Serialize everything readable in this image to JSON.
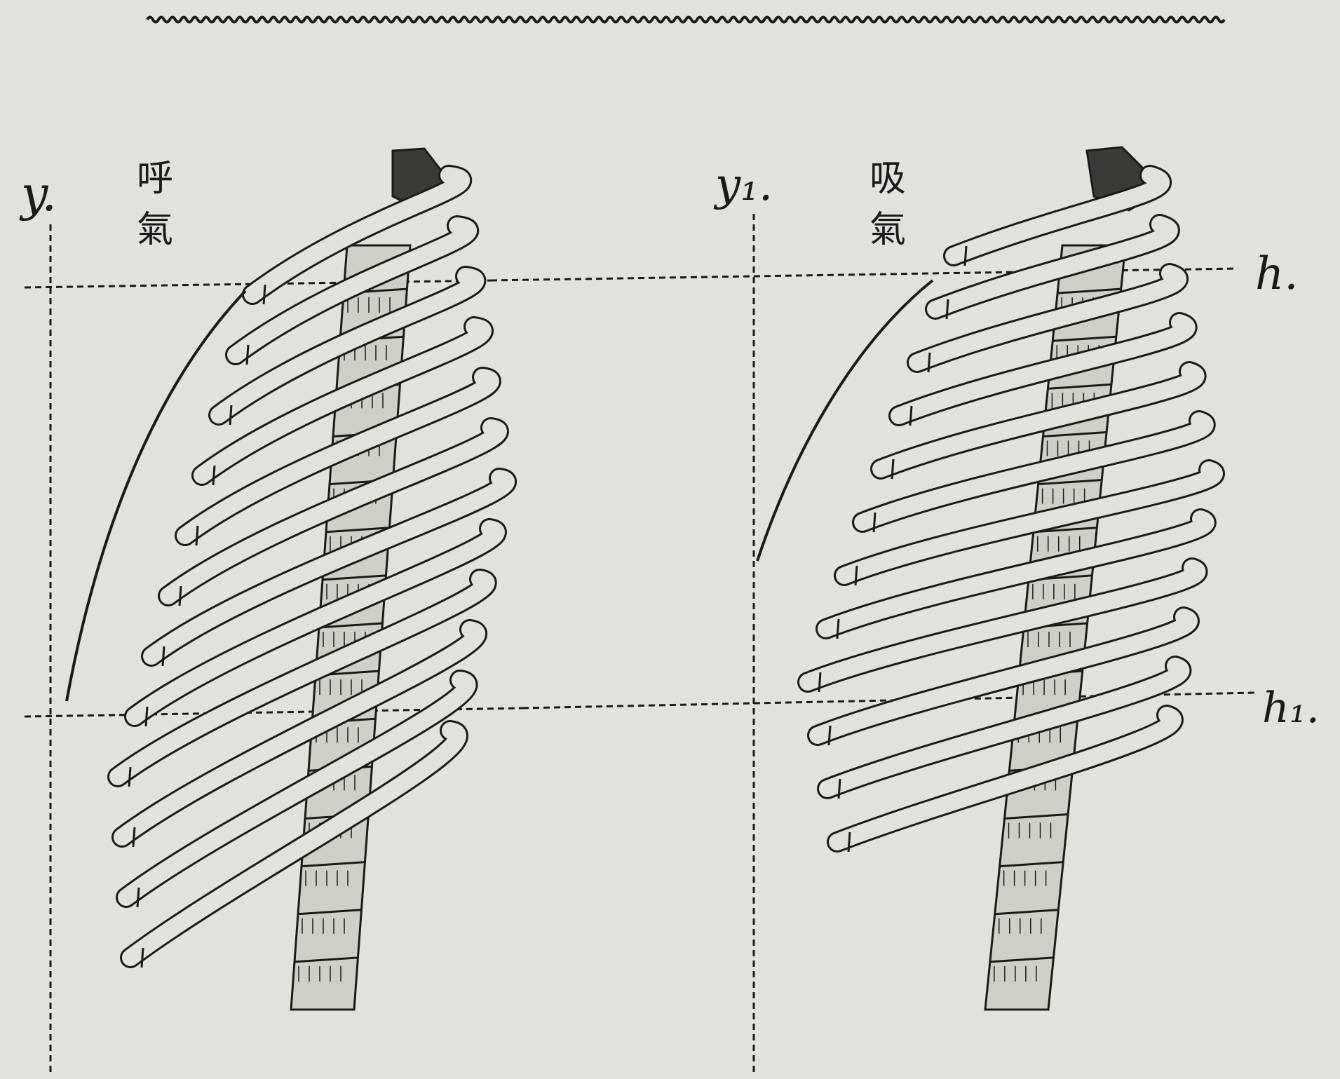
{
  "figure": {
    "paper_color": "#e2e2dc",
    "ink_color": "#1a1a1a",
    "left_panel": {
      "axis_label": "y.",
      "caption_chars": [
        "呼",
        "氣"
      ]
    },
    "right_panel": {
      "axis_label": "y₁.",
      "caption_chars": [
        "吸",
        "氣"
      ]
    },
    "level_labels": {
      "upper": "h.",
      "lower": "h₁."
    }
  }
}
